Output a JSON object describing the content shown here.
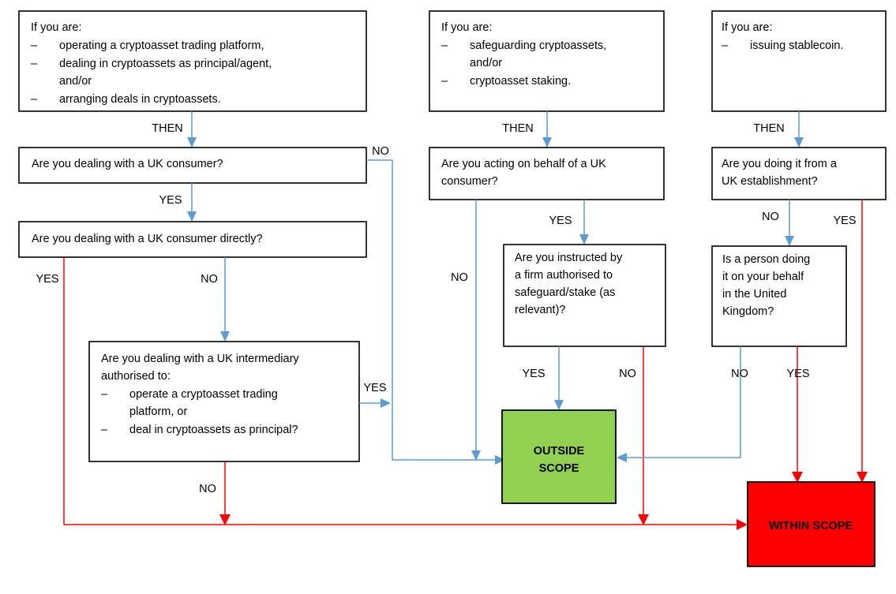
{
  "diagram": {
    "title": "Cryptoasset regulatory scope decision flowchart",
    "colors": {
      "connector_blue": "#5B9BD5",
      "connector_red": "#FF0000",
      "outside_scope_fill": "#92D050",
      "within_scope_fill": "#FF0000",
      "box_border": "#000000",
      "box_fill": "#FFFFFF"
    },
    "branches": [
      {
        "id": "branch-trading",
        "start": {
          "id": "start-trading",
          "lead": "If you are:",
          "bullets": [
            "operating a cryptoasset trading platform,",
            "dealing in cryptoassets as principal/agent, and/or",
            "arranging deals in cryptoassets."
          ]
        }
      },
      {
        "id": "branch-safeguarding",
        "start": {
          "id": "start-safeguarding",
          "lead": "If you are:",
          "bullets": [
            "safeguarding cryptoassets, and/or",
            "cryptoasset staking."
          ]
        }
      },
      {
        "id": "branch-stablecoin",
        "start": {
          "id": "start-stablecoin",
          "lead": "If you are:",
          "bullets": [
            "issuing stablecoin."
          ]
        }
      }
    ],
    "boxes": {
      "start_trading": {
        "lead": "If you are:",
        "lines": [
          "operating a cryptoasset trading platform,",
          "dealing in cryptoassets as principal/agent,",
          "and/or",
          "arranging deals in cryptoassets."
        ]
      },
      "start_safeguarding": {
        "lead": "If you are:",
        "lines": [
          "safeguarding cryptoassets,",
          "and/or",
          "cryptoasset staking."
        ]
      },
      "start_stablecoin": {
        "lead": "If you are:",
        "lines": [
          "issuing stablecoin."
        ]
      },
      "q_uk_consumer": {
        "lines": [
          "Are you dealing with a UK consumer?"
        ]
      },
      "q_uk_consumer_directly": {
        "lines": [
          "Are you dealing with a UK consumer directly?"
        ]
      },
      "q_uk_intermediary": {
        "lines": [
          "Are you dealing with a UK intermediary",
          "authorised to:",
          "operate a cryptoasset trading",
          "platform, or",
          "deal in cryptoassets as principal?"
        ]
      },
      "q_acting_behalf": {
        "lines": [
          "Are you acting on behalf of a UK",
          "consumer?"
        ]
      },
      "q_instructed_firm": {
        "lines": [
          "Are you instructed by",
          "a firm authorised to",
          "safeguard/stake (as",
          "relevant)?"
        ]
      },
      "q_uk_establishment": {
        "lines": [
          "Are you doing it from a",
          "UK establishment?"
        ]
      },
      "q_person_on_behalf": {
        "lines": [
          "Is a person doing",
          "it on your behalf",
          "in the United",
          "Kingdom?"
        ]
      },
      "outside_scope": {
        "lines": [
          "OUTSIDE",
          "SCOPE"
        ]
      },
      "within_scope": {
        "lines": [
          "WITHIN SCOPE"
        ]
      }
    },
    "edge_labels": {
      "then_left": "THEN",
      "then_middle": "THEN",
      "then_right": "THEN",
      "no_consumer": "NO",
      "yes_consumer": "YES",
      "yes_directly": "YES",
      "no_directly": "NO",
      "yes_intermediary": "YES",
      "no_intermediary": "NO",
      "yes_behalf": "YES",
      "no_behalf": "NO",
      "yes_instructed": "YES",
      "no_instructed": "NO",
      "no_establishment": "NO",
      "yes_establishment": "YES",
      "no_person": "NO",
      "yes_person": "YES"
    },
    "bullet_marker": "–"
  }
}
